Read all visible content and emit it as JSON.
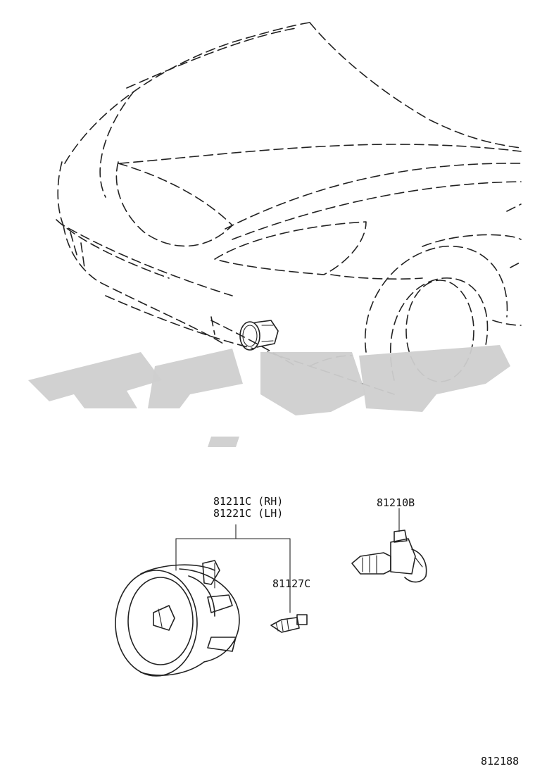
{
  "diagram": {
    "parts": [
      {
        "id": "fog-lamp-assy",
        "number_rh": "81211C (RH)",
        "number_lh": "81221C (LH)"
      },
      {
        "id": "bulb",
        "number": "81210B"
      },
      {
        "id": "screw",
        "number": "81127C"
      }
    ],
    "figure_number": "812188"
  }
}
